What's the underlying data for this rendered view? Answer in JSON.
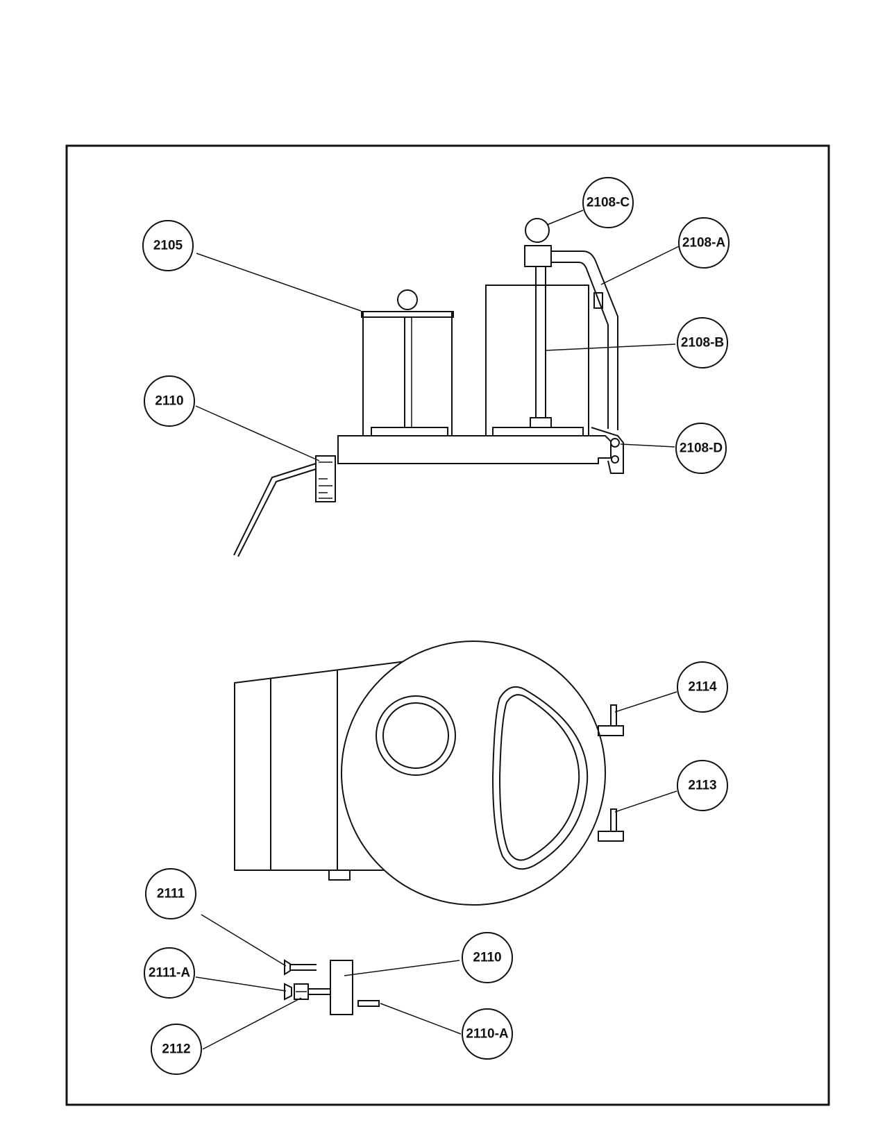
{
  "callouts": {
    "c2105": "2105",
    "c2108c": "2108-C",
    "c2108a": "2108-A",
    "c2108b": "2108-B",
    "c2108d": "2108-D",
    "c2110_top": "2110",
    "c2114": "2114",
    "c2113": "2113",
    "c2111": "2111",
    "c2111a": "2111-A",
    "c2112": "2112",
    "c2110_bottom": "2110",
    "c2110a": "2110-A"
  }
}
